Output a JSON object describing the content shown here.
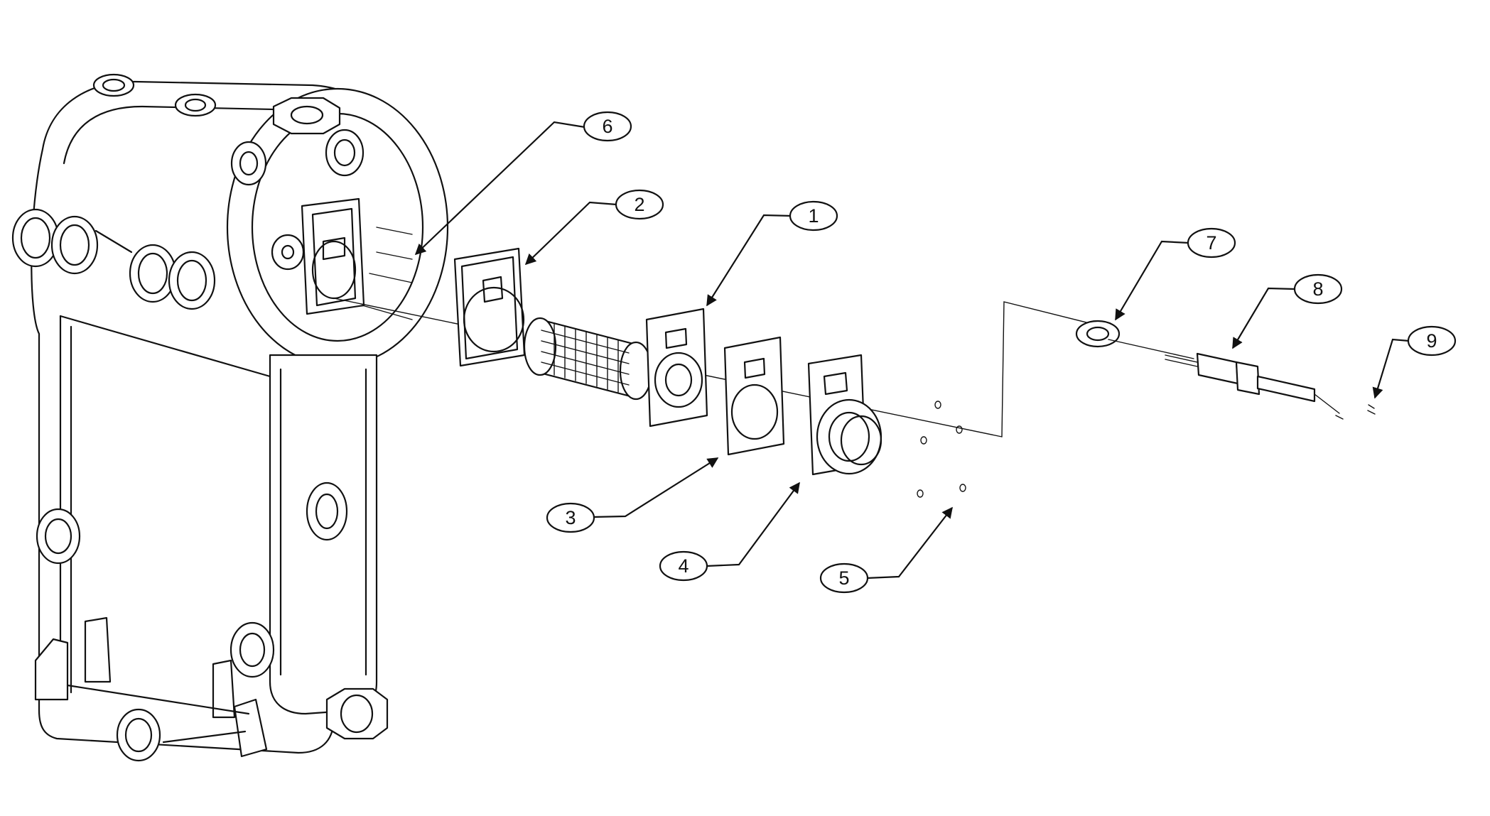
{
  "diagram": {
    "callouts": [
      {
        "id": "1",
        "label": "1"
      },
      {
        "id": "2",
        "label": "2"
      },
      {
        "id": "3",
        "label": "3"
      },
      {
        "id": "4",
        "label": "4"
      },
      {
        "id": "5",
        "label": "5"
      },
      {
        "id": "6",
        "label": "6"
      },
      {
        "id": "7",
        "label": "7"
      },
      {
        "id": "8",
        "label": "8"
      },
      {
        "id": "9",
        "label": "9"
      }
    ]
  },
  "colors": {
    "line": "#111111",
    "background": "#ffffff"
  }
}
